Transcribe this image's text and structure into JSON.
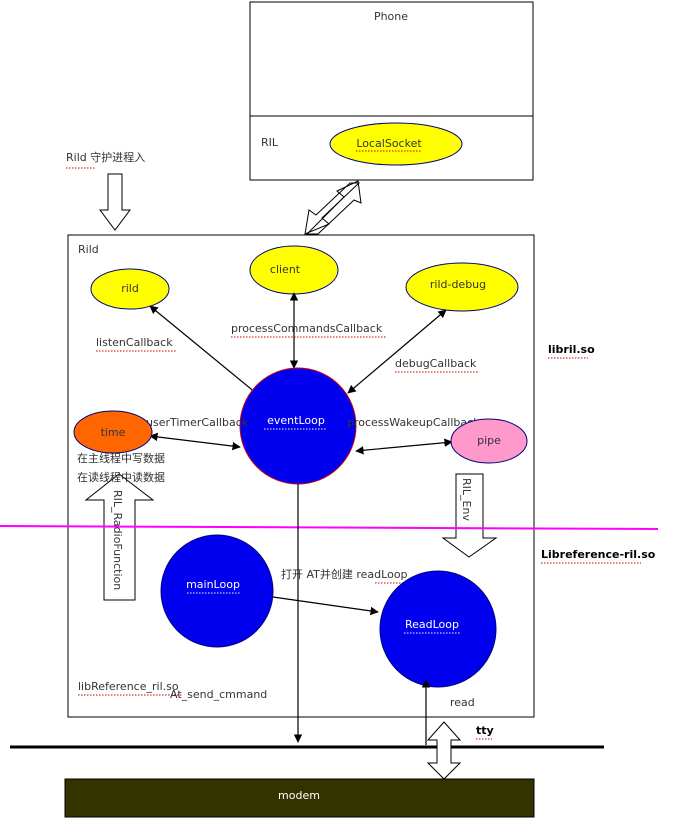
{
  "labels": {
    "phone": "Phone",
    "ril": "RIL",
    "local_socket": "LocalSocket",
    "rild_daemon": "Rild 守护进程入",
    "rild_box": "Rild",
    "rild_node": "rild",
    "client_node": "client",
    "rild_debug_node": "rild-debug",
    "listen_callback": "listenCallback",
    "process_commands_callback": "processCommandsCallback",
    "debug_callback": "debugCallback",
    "libril_so": "libril.so",
    "user_timer_callback": "userTimerCallback",
    "time_node": "time",
    "event_loop": "eventLoop",
    "process_wakeup_callback": "processWakeupCallback",
    "pipe_node": "pipe",
    "write_main_thread": "在主线程中写数据",
    "read_read_thread": "在读线程中读数据",
    "ril_radio_functions": "RIL_RadioFunction",
    "ril_env": "RIL_Env",
    "libreference_ril_so_right": "Libreference-ril.so",
    "main_loop": "mainLoop",
    "open_at_create": "打开 AT并创建 readLoop",
    "read_loop": "ReadLoop",
    "libreference_ril_so_box": "libReference_ril.so",
    "at_send_command": "At_send_cmmand",
    "read": "read",
    "tty": "tty",
    "modem": "modem"
  },
  "colors": {
    "yellow_node": "#ffff00",
    "blue_node": "#0000ee",
    "orange_node": "#ff6600",
    "pink_node": "#ff99cc",
    "magenta_divider": "#ff00ff",
    "modem_fill": "#333300"
  }
}
